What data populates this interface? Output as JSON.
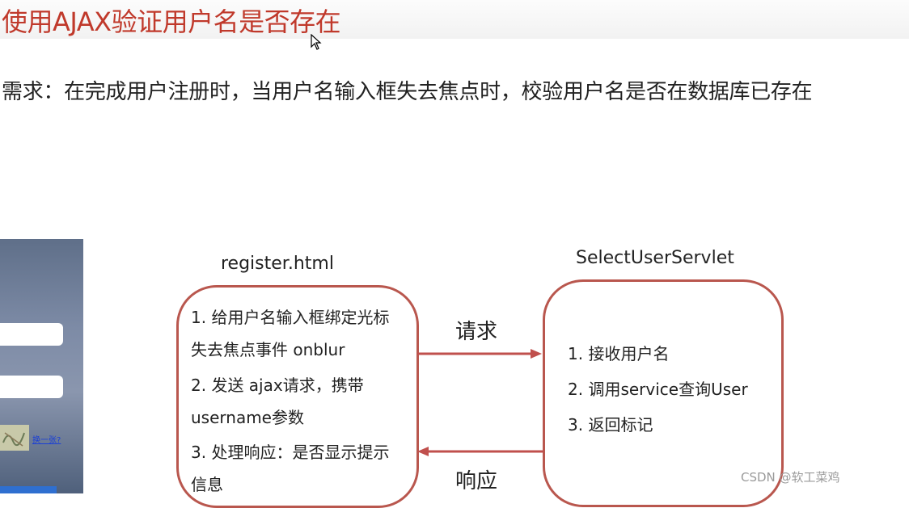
{
  "title": "使用AJAX验证用户名是否存在",
  "requirement": "需求：在完成用户注册时，当用户名输入框失去焦点时，校验用户名是否在数据库已存在",
  "thumbnail": {
    "captcha_link": "换一张?"
  },
  "client": {
    "name": "register.html",
    "steps": [
      "1. 给用户名输入框绑定光标",
      "失去焦点事件 onblur",
      "2. 发送 ajax请求，携带",
      "username参数",
      "3. 处理响应：是否显示提示",
      "信息"
    ]
  },
  "server": {
    "name": "SelectUserServlet",
    "steps": [
      "1. 接收用户名",
      "2. 调用service查询User",
      "3. 返回标记"
    ]
  },
  "arrows": {
    "request_label": "请求",
    "response_label": "响应"
  },
  "watermark": "CSDN @软工菜鸡",
  "colors": {
    "title": "#c0392b",
    "box_border": "#b9574e",
    "arrow": "#c0504d"
  }
}
